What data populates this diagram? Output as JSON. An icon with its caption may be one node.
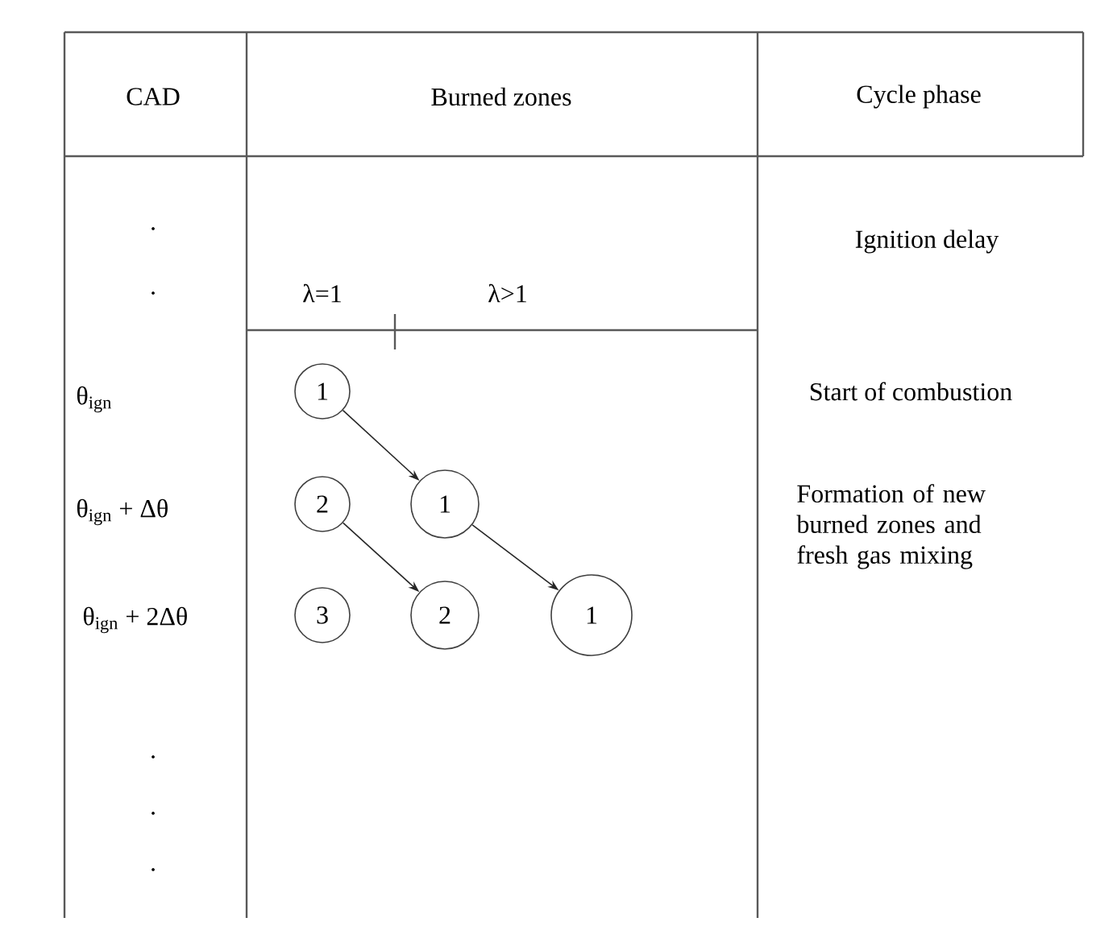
{
  "diagram": {
    "nodes": [
      {
        "text": [
          "1"
        ]
      },
      {
        "text": [
          "2"
        ]
      },
      {
        "text": [
          "1"
        ]
      },
      {
        "text": [
          "3"
        ]
      },
      {
        "text": [
          "2"
        ]
      },
      {
        "text": [
          "1"
        ]
      }
    ],
    "edges": [
      {
        "from": 0,
        "to": 2,
        "arrow": "to"
      },
      {
        "from": 1,
        "to": 4,
        "arrow": "to"
      },
      {
        "from": 2,
        "to": 5,
        "arrow": "to"
      }
    ],
    "labels": [
      "CAD",
      "Burned zones",
      "Cycle phase",
      ".",
      "Ignition delay",
      ".",
      "λ=1",
      "λ>1",
      "θ$_{ign}$",
      "Start of combustion",
      "θ$_{ign}$ + Δθ",
      "Formation of new burned zones and fresh gas mixing",
      "θ$_{ign}$ + 2Δθ",
      ".",
      ".",
      "."
    ]
  }
}
